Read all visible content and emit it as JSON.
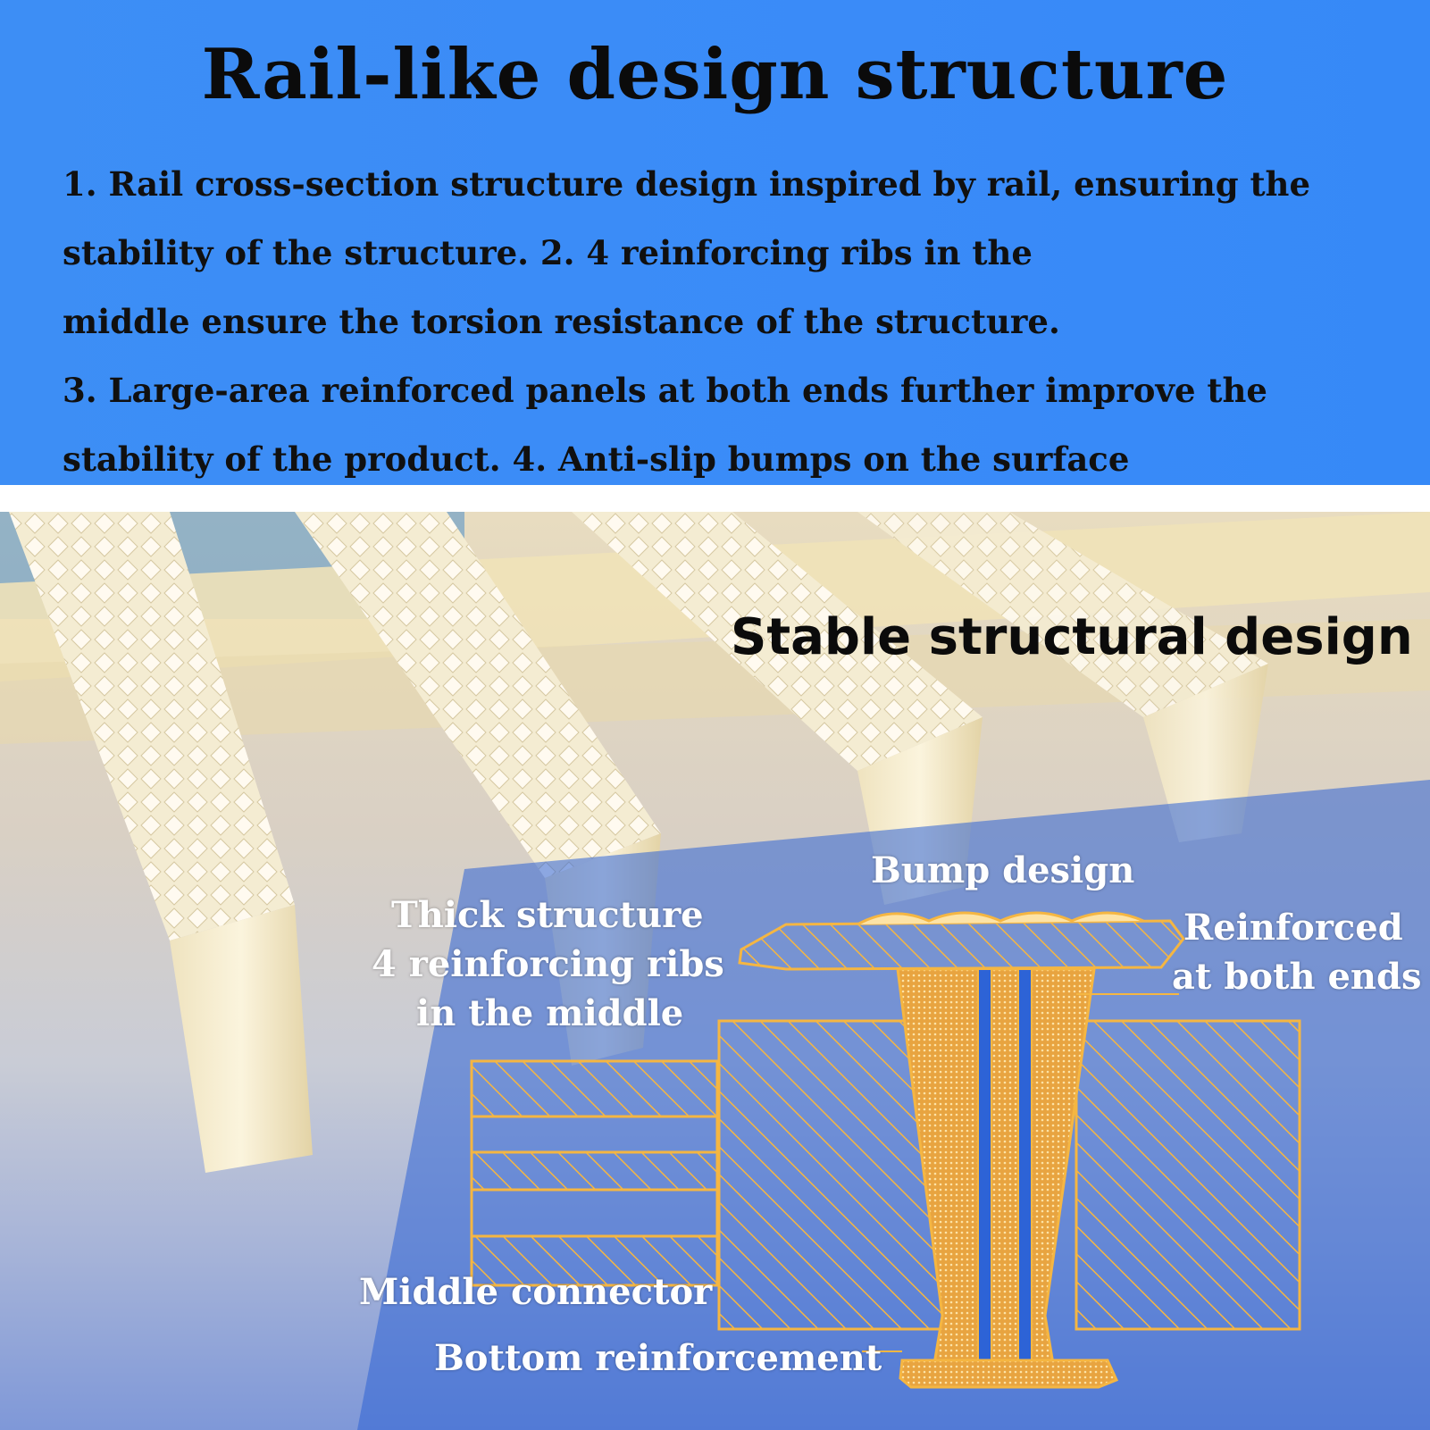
{
  "header": {
    "title": "Rail-like design structure",
    "lines": [
      "1. Rail cross-section structure design inspired by rail, ensuring the",
      "stability of the structure. 2. 4 reinforcing ribs in the",
      "middle ensure the torsion resistance of the structure.",
      "3. Large-area reinforced panels at both ends further improve the",
      "stability of the product. 4. Anti-slip bumps on the surface"
    ],
    "background_color": "#3a8bf8"
  },
  "diagram": {
    "title": "Stable structural design",
    "labels": {
      "bump": "Bump design",
      "thick_1": "Thick structure",
      "thick_2": "4 reinforcing ribs",
      "thick_3": "in the middle",
      "reinforced_1": "Reinforced",
      "reinforced_2": "at both ends",
      "middle_connector": "Middle connector",
      "bottom": "Bottom reinforcement"
    },
    "line_color": "#f5b642",
    "fill_color": "#f3c56a"
  }
}
